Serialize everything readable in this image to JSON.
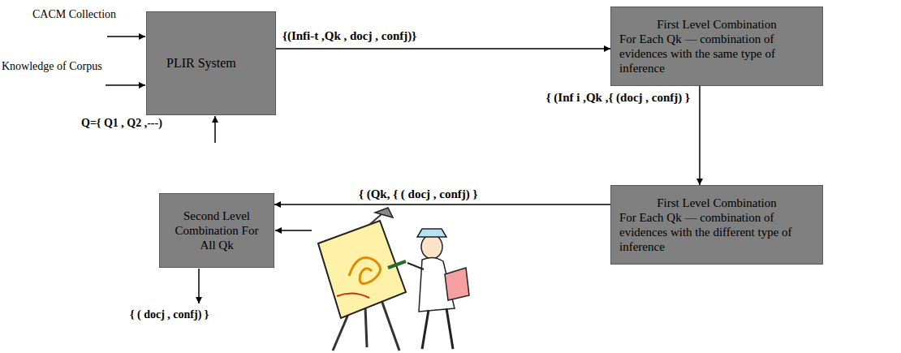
{
  "diagram": {
    "nodes": [
      {
        "text": [
          "PLIR System"
        ]
      },
      {
        "text": [
          "First Level Combination",
          "For Each Qk — combination of evidences with the same type of inference"
        ]
      },
      {
        "text": [
          "First Level Combination",
          "For Each Qk — combination of evidences with the different type of inference"
        ]
      },
      {
        "text": [
          "Second Level Combination For All Qk"
        ]
      }
    ],
    "edges": [
      {
        "from": 0,
        "to": 1,
        "arrow": "to",
        "label": "{(Infi-t ,Qk , docj , confj)}"
      },
      {
        "from": 1,
        "to": 2,
        "arrow": "to",
        "label": "{ (Inf i ,Qk ,{ (docj , confj) }"
      },
      {
        "from": 2,
        "to": 3,
        "arrow": "to",
        "label": "{ (Qk, { ( docj , confj) }"
      }
    ],
    "labels": [
      "CACM Collection",
      "Knowledge of Corpus",
      "Q={ Q1 , Q2 ,---)",
      "{ ( docj , confj) }"
    ]
  }
}
